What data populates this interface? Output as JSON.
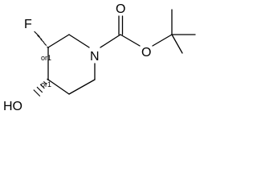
{
  "molecule": {
    "atoms": {
      "fluorine": "F",
      "nitrogen": "N",
      "hydroxyl": "HO",
      "carbonyl_oxygen": "O",
      "ester_oxygen": "O"
    },
    "stereo_flags": {
      "c3": "or1",
      "c4": "or1"
    }
  }
}
